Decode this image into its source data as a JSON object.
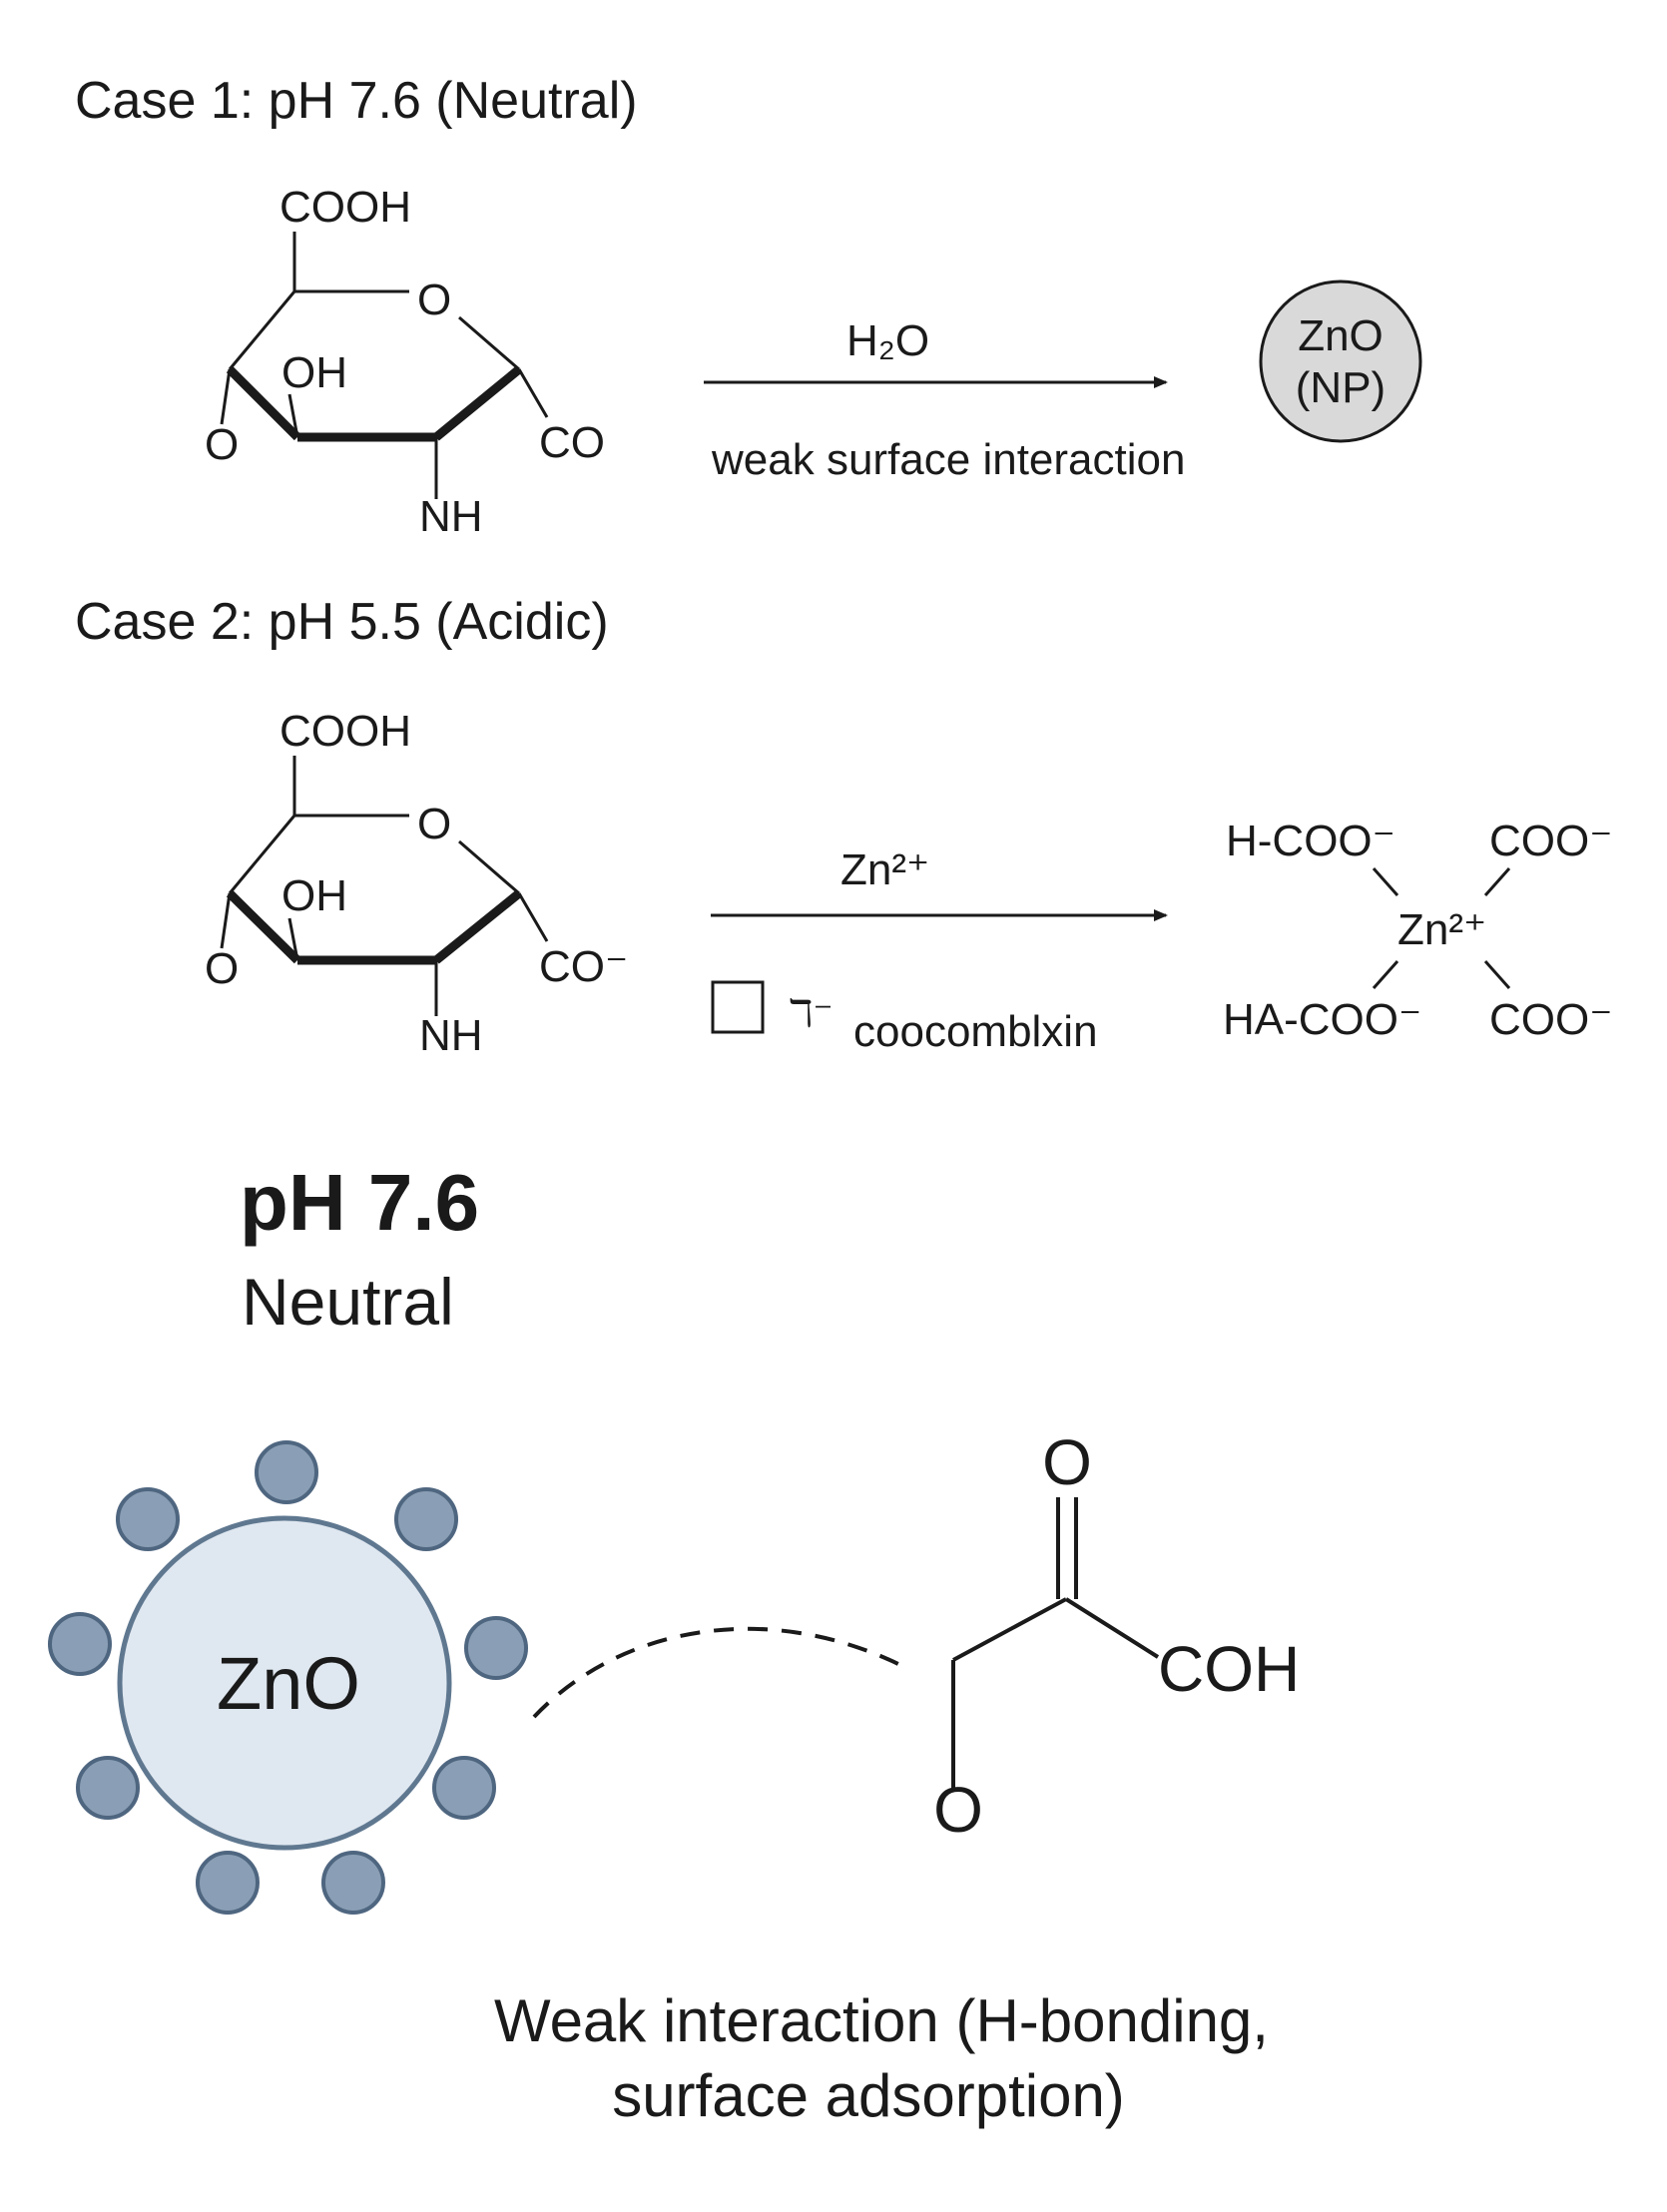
{
  "case1": {
    "title": "Case 1: pH 7.6 (Neutral)",
    "mol": {
      "cooh": "COOH",
      "ring_o": "O",
      "oh": "OH",
      "left_o": "O",
      "co": "CO",
      "nh": "NH"
    },
    "arrow_reagent": "H₂O",
    "arrow_caption": "weak surface interaction",
    "particle_line1": "ZnO",
    "particle_line2": "(NP)"
  },
  "case2": {
    "title": "Case 2: pH 5.5 (Acidic)",
    "mol": {
      "cooh": "COOH",
      "ring_o": "O",
      "oh": "OH",
      "left_o": "O",
      "co": "CO⁻",
      "nh": "NH"
    },
    "arrow_reagent": "Zn²⁺",
    "arrow_caption_symbol": "ℸ⁻",
    "arrow_caption": "coocomblxin",
    "complex": {
      "top_left": "H-COO⁻",
      "top_right": "COO⁻",
      "center": "Zn²⁺",
      "bottom_left": "HA-COO⁻",
      "bottom_right": "COO⁻"
    }
  },
  "bottom": {
    "ph": "pH 7.6",
    "state": "Neutral",
    "particle": "ZnO",
    "carbonyl_o": "O",
    "acid_group": "COH",
    "hydroxyl_o": "O",
    "caption_line1": "Weak interaction (H-bonding,",
    "caption_line2": "surface adsorption)"
  },
  "colors": {
    "ink": "#1a1a1a",
    "np_fill": "#d9d9d9",
    "zno_fill": "#dfe7f0",
    "zno_stroke": "#5f7890",
    "ligand_fill": "#8a9fb5",
    "ligand_stroke": "#4f6680"
  }
}
